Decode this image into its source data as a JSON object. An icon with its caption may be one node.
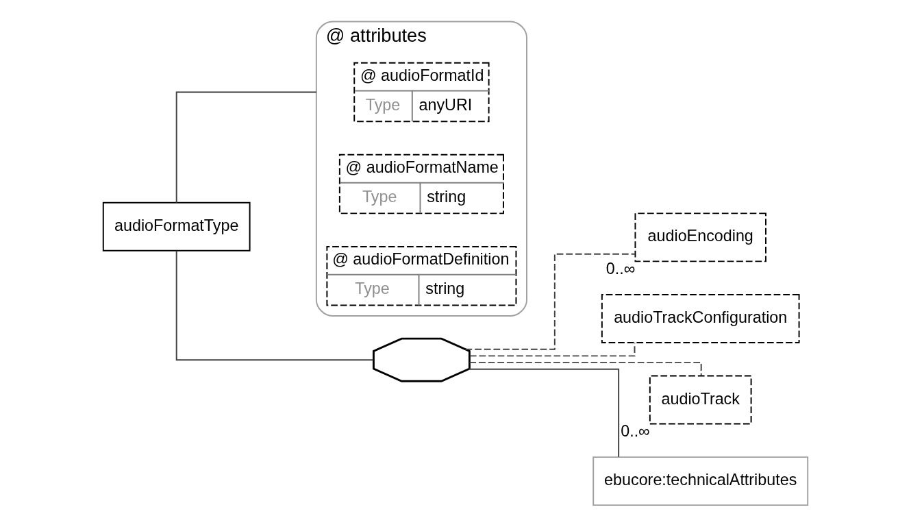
{
  "diagram": {
    "nodes": [
      {
        "text": [
          "audioFormatType"
        ]
      },
      {
        "text": [
          "@ attributes"
        ]
      },
      {
        "text": [
          "@ audioFormatId",
          "Type",
          "anyURI"
        ],
        "in": 1
      },
      {
        "text": [
          "@ audioFormatName",
          "Type",
          "string"
        ],
        "in": 1
      },
      {
        "text": [
          "@ audioFormatDefinition",
          "Type",
          "string"
        ],
        "in": 1
      },
      {
        "text": [],
        "shape": "octagon"
      },
      {
        "text": [
          "audioEncoding"
        ],
        "beside": [
          "0..∞"
        ]
      },
      {
        "text": [
          "audioTrackConfiguration"
        ]
      },
      {
        "text": [
          "audioTrack"
        ],
        "beside": [
          "0..∞"
        ]
      },
      {
        "text": [
          "ebucore:technicalAttributes"
        ]
      }
    ],
    "edges": [
      {
        "from": 0,
        "to": 1,
        "arrow": "none"
      },
      {
        "from": 0,
        "to": 5,
        "arrow": "none"
      },
      {
        "from": 5,
        "to": 6,
        "arrow": "none",
        "style": "dashed"
      },
      {
        "from": 5,
        "to": 7,
        "arrow": "none",
        "style": "dashed"
      },
      {
        "from": 5,
        "to": 8,
        "arrow": "none",
        "style": "dashed"
      },
      {
        "from": 5,
        "to": 9,
        "arrow": "none"
      }
    ]
  }
}
